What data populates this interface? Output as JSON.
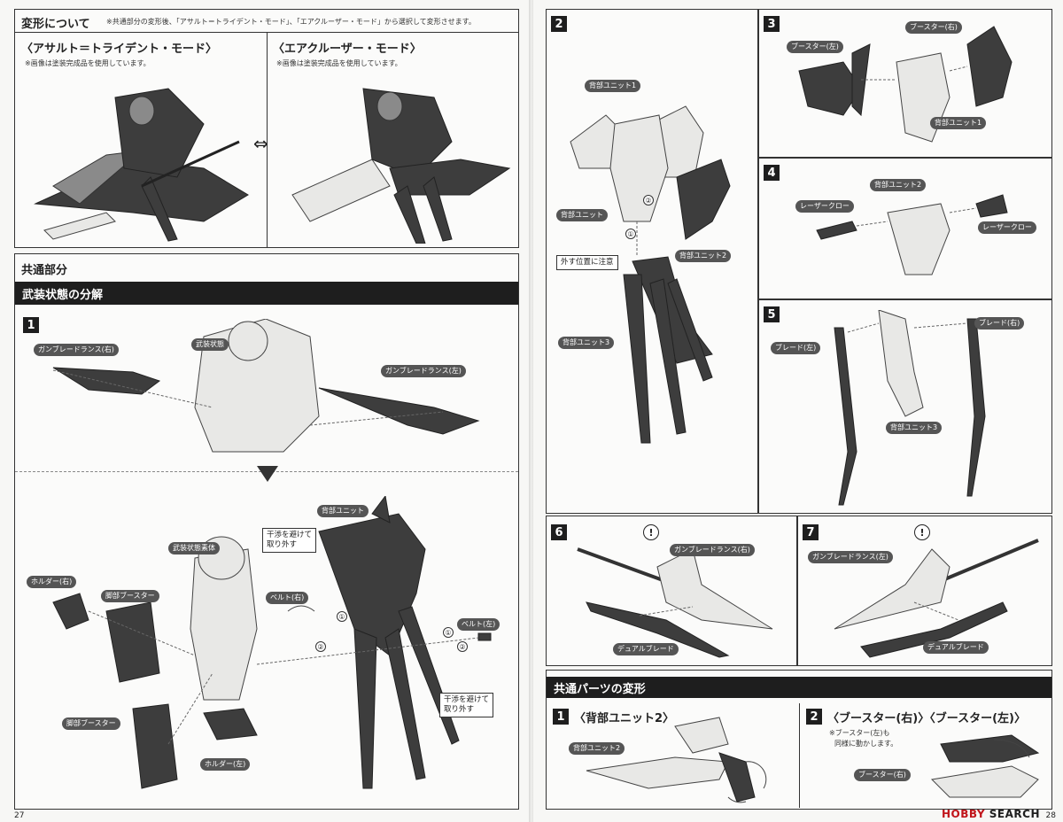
{
  "left": {
    "transform": {
      "title": "変形について",
      "note": "※共通部分の変形後、「アサルト＝トライデント・モード」、「エアクルーザー・モード」から選択して変形させます。",
      "mode_a": "〈アサルト＝トライデント・モード〉",
      "mode_b": "〈エアクルーザー・モード〉",
      "photo_note": "※画像は塗装完成品を使用しています。"
    },
    "common": {
      "title": "共通部分",
      "bar": "武装状態の分解",
      "step": "1",
      "tags": {
        "gun_r": "ガンブレードランス(右)",
        "armed": "武装状態",
        "gun_l": "ガンブレードランス(左)",
        "back_unit": "背部ユニット",
        "armed_body": "武装状態素体",
        "holder_r": "ホルダー(右)",
        "leg_booster": "脚部ブースター",
        "belt_r": "ベルト(右)",
        "belt_l": "ベルト(左)",
        "leg_booster2": "脚部ブースター",
        "holder_l": "ホルダー(左)"
      },
      "avoid1_line1": "干渉を避けて",
      "avoid1_line2": "取り外す",
      "avoid2_line1": "干渉を避けて",
      "avoid2_line2": "取り外す",
      "n1": "①",
      "n2": "②",
      "n1b": "①",
      "n2b": "②"
    },
    "page_number": "27"
  },
  "right": {
    "s2": {
      "num": "2",
      "back1": "背部ユニット1",
      "back": "背部ユニット",
      "back2": "背部ユニット2",
      "caution": "外す位置に注意",
      "back3": "背部ユニット3",
      "n1": "①",
      "n2": "②"
    },
    "s3": {
      "num": "3",
      "booster_l": "ブースター(左)",
      "booster_r": "ブースター(右)",
      "back1": "背部ユニット1"
    },
    "s4": {
      "num": "4",
      "back2": "背部ユニット2",
      "claw_l": "レーザークロー",
      "claw_r": "レーザークロー"
    },
    "s5": {
      "num": "5",
      "blade_r": "ブレード(右)",
      "blade_l": "ブレード(左)",
      "back3": "背部ユニット3"
    },
    "s6": {
      "num": "6",
      "gun": "ガンブレードランス(右)",
      "dual": "デュアルブレード",
      "warn": "!"
    },
    "s7": {
      "num": "7",
      "gun": "ガンブレードランス(左)",
      "dual": "デュアルブレード",
      "warn": "!"
    },
    "parts": {
      "bar": "共通パーツの変形",
      "s1_num": "1",
      "s1_title": "〈背部ユニット2〉",
      "s1_tag": "背部ユニット2",
      "s2_num": "2",
      "s2_title": "〈ブースター(右)〉〈ブースター(左)〉",
      "s2_note1": "※ブースター(左)も",
      "s2_note2": "同様に動かします。",
      "s2_tag": "ブースター(右)"
    },
    "page_number": "28",
    "logo_a": "HOBBY",
    "logo_b": " SEARCH"
  }
}
